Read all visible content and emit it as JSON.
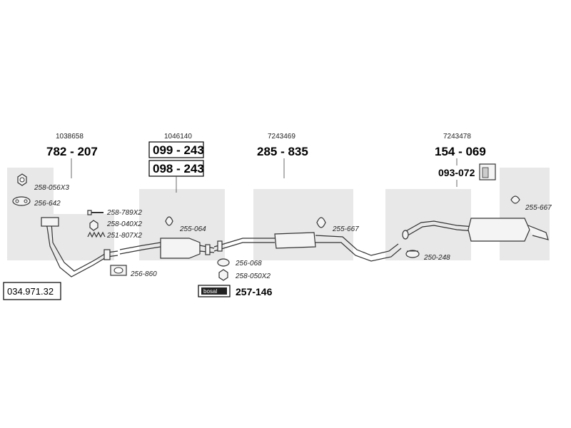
{
  "catalog_number": "034.971.32",
  "groups": {
    "front_pipe": {
      "oe_ref": "1038658",
      "code": "782 - 207"
    },
    "catalytic": {
      "oe_ref": "1046140",
      "code_a": "099 - 243",
      "code_b": "098 - 243"
    },
    "middle": {
      "oe_ref": "7243469",
      "code": "285 - 835"
    },
    "rear": {
      "oe_ref": "7243478",
      "code": "154 - 069",
      "clamp_code": "093-072"
    }
  },
  "parts": {
    "p1": "258-056X3",
    "p2": "256-642",
    "p3": "258-789X2",
    "p4": "258-040X2",
    "p5": "251-807X2",
    "p6": "255-064",
    "p7": "256-860",
    "p8": "256-068",
    "p9": "258-050X2",
    "p10": "255-667",
    "p11": "250-248",
    "p12": "255-667"
  },
  "kit": {
    "logo": "bosal",
    "code": "257-146"
  },
  "watermark": "bosal"
}
